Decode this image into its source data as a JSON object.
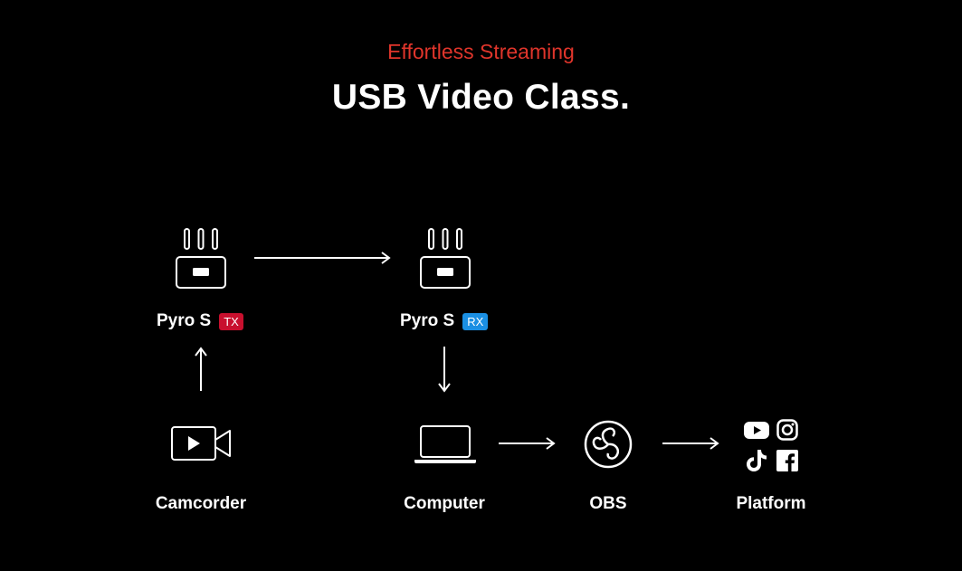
{
  "header": {
    "eyebrow": "Effortless Streaming",
    "title": "USB Video Class."
  },
  "colors": {
    "accent": "#e0352b",
    "tx_badge": "#c8102e",
    "rx_badge": "#1a8fe3",
    "background": "#000000",
    "foreground": "#ffffff"
  },
  "nodes": {
    "tx": {
      "name": "Pyro S",
      "badge": "TX",
      "icon": "wireless-transmitter-icon"
    },
    "rx": {
      "name": "Pyro S",
      "badge": "RX",
      "icon": "wireless-receiver-icon"
    },
    "camcorder": {
      "label": "Camcorder",
      "icon": "video-camera-icon"
    },
    "computer": {
      "label": "Computer",
      "icon": "laptop-icon"
    },
    "obs": {
      "label": "OBS",
      "icon": "obs-logo-icon"
    },
    "platform": {
      "label": "Platform",
      "icons": [
        "youtube-icon",
        "instagram-icon",
        "tiktok-icon",
        "facebook-icon"
      ]
    }
  },
  "flow": [
    {
      "from": "camcorder",
      "to": "tx",
      "direction": "up"
    },
    {
      "from": "tx",
      "to": "rx",
      "direction": "right"
    },
    {
      "from": "rx",
      "to": "computer",
      "direction": "down"
    },
    {
      "from": "computer",
      "to": "obs",
      "direction": "right"
    },
    {
      "from": "obs",
      "to": "platform",
      "direction": "right"
    }
  ]
}
